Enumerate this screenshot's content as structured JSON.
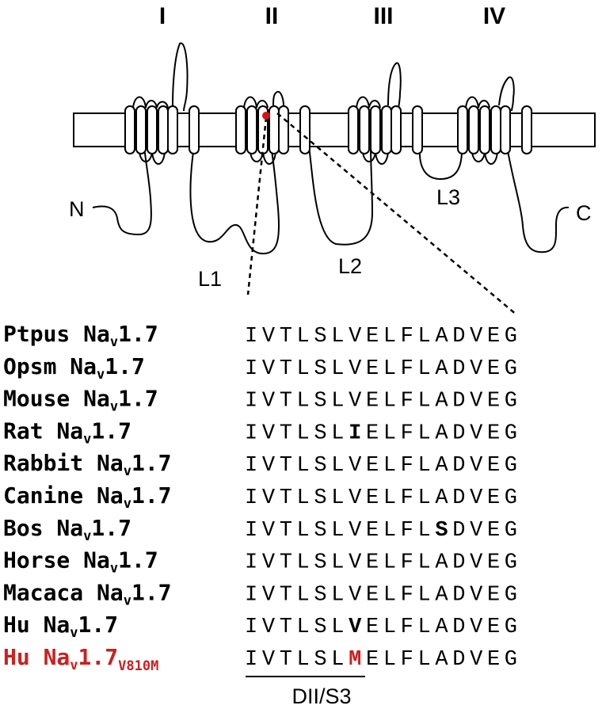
{
  "domains": [
    "I",
    "II",
    "III",
    "IV"
  ],
  "loops": {
    "n_terminus": "N",
    "c_terminus": "C",
    "l1": "L1",
    "l2": "L2",
    "l3": "L3"
  },
  "segment_label": "DII/S3",
  "alignment": [
    {
      "prefix": "Ptpus Na",
      "sub": "v",
      "suffix": "1.7",
      "variant": "",
      "sequence": "IVTLSLVELFLADVEG",
      "highlight": null
    },
    {
      "prefix": "Opsm Na",
      "sub": "v",
      "suffix": "1.7",
      "variant": "",
      "sequence": "IVTLSLVELFLADVEG",
      "highlight": null
    },
    {
      "prefix": "Mouse Na",
      "sub": "v",
      "suffix": "1.7",
      "variant": "",
      "sequence": "IVTLSLVELFLADVEG",
      "highlight": null
    },
    {
      "prefix": "Rat Na",
      "sub": "v",
      "suffix": "1.7",
      "variant": "",
      "sequence": "IVTLSLIELFLADVEG",
      "highlight": 6
    },
    {
      "prefix": "Rabbit Na",
      "sub": "v",
      "suffix": "1.7",
      "variant": "",
      "sequence": "IVTLSLVELFLADVEG",
      "highlight": null
    },
    {
      "prefix": "Canine Na",
      "sub": "v",
      "suffix": "1.7",
      "variant": "",
      "sequence": "IVTLSLVELFLADVEG",
      "highlight": null
    },
    {
      "prefix": "Bos Na",
      "sub": "v",
      "suffix": "1.7",
      "variant": "",
      "sequence": "IVTLSLVELFLSDVEG",
      "highlight": 11
    },
    {
      "prefix": "Horse Na",
      "sub": "v",
      "suffix": "1.7",
      "variant": "",
      "sequence": "IVTLSLVELFLADVEG",
      "highlight": null
    },
    {
      "prefix": "Macaca Na",
      "sub": "v",
      "suffix": "1.7",
      "variant": "",
      "sequence": "IVTLSLVELFLADVEG",
      "highlight": null
    },
    {
      "prefix": "Hu Na",
      "sub": "v",
      "suffix": "1.7",
      "variant": "",
      "sequence": "IVTLSLVELFLADVEG",
      "highlight": 6
    },
    {
      "prefix": "Hu Na",
      "sub": "v",
      "suffix": "1.7",
      "variant": "V810M",
      "sequence": "IVTLSLMELFLADVEG",
      "highlight": 6,
      "mutant": true
    }
  ],
  "colors": {
    "line": "#000000",
    "mutant": "#cc1f1f",
    "mutation_dot": "#d0161b",
    "residue_highlight_mutant": "#cc1f1f",
    "residue_highlight": "#000000"
  }
}
